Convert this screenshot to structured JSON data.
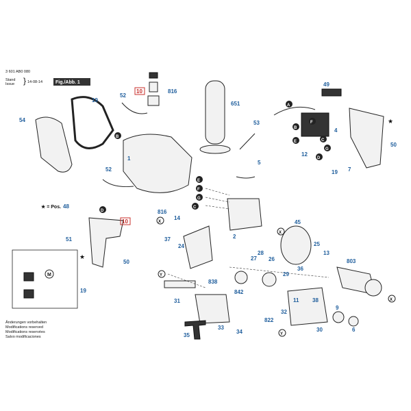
{
  "header": {
    "doc_number": "3 601 AB0 080",
    "stand_label": "Stand",
    "issue_label": "Issue",
    "date": "14-08-14",
    "fig_label": "Fig./Abb. 1"
  },
  "pos_note": {
    "prefix": "★ = Pos.",
    "value": "48"
  },
  "footer": {
    "line1": "Änderungen vorbehalten",
    "line2": "Modifications reserved",
    "line3": "Modifications reservées",
    "line4": "Salvo modificaciones"
  },
  "connectors": [
    "A",
    "B",
    "C",
    "D",
    "E",
    "F",
    "G",
    "X",
    "Y"
  ],
  "part_labels": {
    "p19a": "19",
    "p54": "54",
    "p52a": "52",
    "p10a": "10",
    "p816a": "816",
    "p651": "651",
    "p49": "49",
    "p53": "53",
    "p4": "4",
    "p12": "12",
    "p7": "7",
    "p19b": "19",
    "p50a": "50",
    "p5": "5",
    "p1": "1",
    "p52b": "52",
    "p48": "48",
    "p816b": "816",
    "p10b": "10",
    "p14": "14",
    "p37": "37",
    "p24": "24",
    "p2": "2",
    "p45": "45",
    "p25": "25",
    "p13": "13",
    "p803": "803",
    "p51": "51",
    "p50b": "50",
    "p19c": "19",
    "p838": "838",
    "p842": "842",
    "p27": "27",
    "p28": "28",
    "p26": "26",
    "p29": "29",
    "p31": "31",
    "p33": "33",
    "p34": "34",
    "p35": "35",
    "p822": "822",
    "p30": "30",
    "p9": "9",
    "p6": "6",
    "p38": "38",
    "p11": "11",
    "p32": "32",
    "p36": "36"
  },
  "colors": {
    "label_blue": "#1e5d9c",
    "label_red": "#c8302c",
    "line": "#222222"
  }
}
